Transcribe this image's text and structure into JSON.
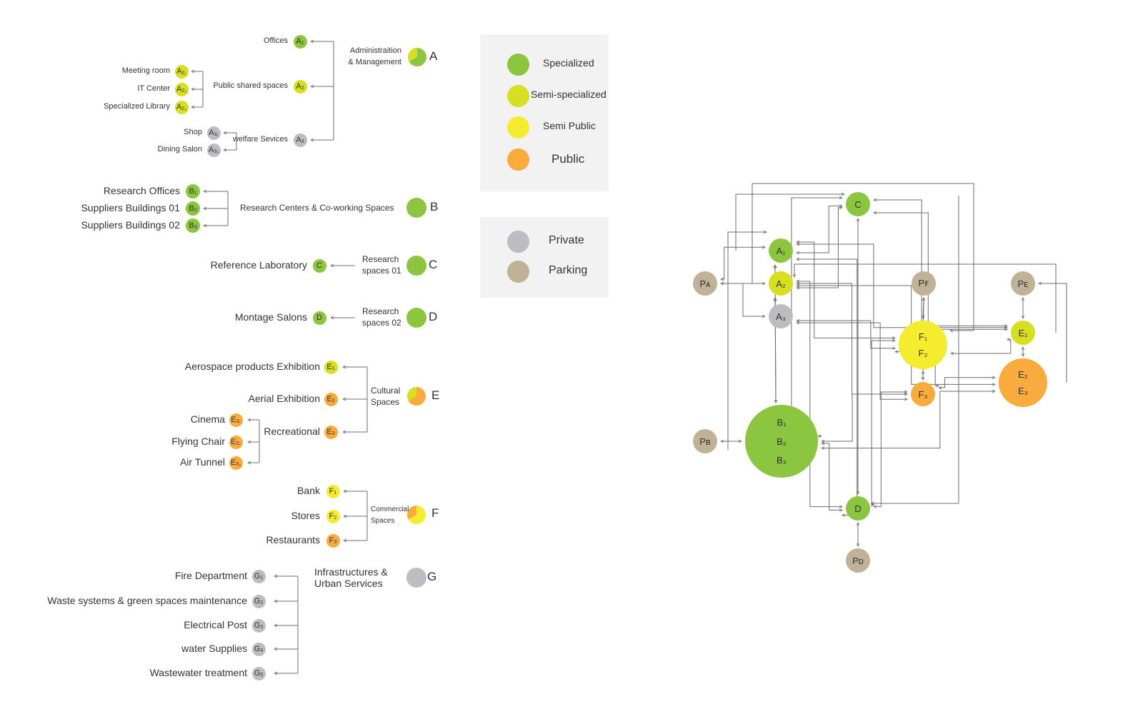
{
  "colors": {
    "specialized": "#8cc53f",
    "semi_specialized": "#d6df22",
    "semi_public": "#f4ec2f",
    "public": "#f9ab3e",
    "private": "#bcbcc2",
    "parking": "#bfb297",
    "line": "#6d6d6d",
    "legend_bg": "#f2f2f2"
  },
  "legend": {
    "group1": [
      {
        "label": "Specialized",
        "color_key": "specialized"
      },
      {
        "label": "Semi-specialized",
        "color_key": "semi_specialized"
      },
      {
        "label": "Semi Public",
        "color_key": "semi_public"
      },
      {
        "label": "Public",
        "color_key": "public"
      }
    ],
    "group2": [
      {
        "label": "Private",
        "color_key": "private"
      },
      {
        "label": "Parking",
        "color_key": "parking"
      }
    ]
  },
  "hierarchy": {
    "A": {
      "letter": "A",
      "title_lines": [
        "Administraition",
        "& Management"
      ],
      "children": [
        {
          "code": "A",
          "sub": "1",
          "label": "Offices"
        },
        {
          "code": "A",
          "sub": "2",
          "label": "Public shared spaces",
          "children": [
            {
              "code": "A",
              "sub": "2₁",
              "label": "Meeting room"
            },
            {
              "code": "A",
              "sub": "2₂",
              "label": "IT Center"
            },
            {
              "code": "A",
              "sub": "2₃",
              "label": "Specialized Library"
            }
          ]
        },
        {
          "code": "A",
          "sub": "3",
          "label": "welfare Sevices",
          "children": [
            {
              "code": "A",
              "sub": "3₁",
              "label": "Shop"
            },
            {
              "code": "A",
              "sub": "3₂",
              "label": "Dining Salon"
            }
          ]
        }
      ]
    },
    "B": {
      "letter": "B",
      "title": "Research Centers & Co-working Spaces",
      "children": [
        {
          "code": "B",
          "sub": "1",
          "label": "Research Offices"
        },
        {
          "code": "B",
          "sub": "2",
          "label": "Suppliers Buildings 01"
        },
        {
          "code": "B",
          "sub": "3",
          "label": "Suppliers Buildings 02"
        }
      ]
    },
    "C": {
      "letter": "C",
      "title_lines": [
        "Research",
        "spaces 01"
      ],
      "child": {
        "code": "C",
        "label": "Reference Laboratory"
      }
    },
    "D": {
      "letter": "D",
      "title_lines": [
        "Research",
        "spaces 02"
      ],
      "child": {
        "code": "D",
        "label": "Montage Salons"
      }
    },
    "E": {
      "letter": "E",
      "title_lines": [
        "Cultural",
        "Spaces"
      ],
      "children": [
        {
          "code": "E",
          "sub": "1",
          "label": "Aerospace products Exhibition"
        },
        {
          "code": "E",
          "sub": "2",
          "label": "Aerial Exhibition"
        },
        {
          "code": "E",
          "sub": "3",
          "label": "Recreational",
          "children": [
            {
              "code": "E",
              "sub": "3₁",
              "label": "Cinema"
            },
            {
              "code": "E",
              "sub": "3₂",
              "label": "Flying Chair"
            },
            {
              "code": "E",
              "sub": "3₃",
              "label": "Air Tunnel"
            }
          ]
        }
      ]
    },
    "F": {
      "letter": "F",
      "title_lines": [
        "Commercial",
        "Spaces"
      ],
      "children": [
        {
          "code": "F",
          "sub": "1",
          "label": "Bank"
        },
        {
          "code": "F",
          "sub": "2",
          "label": "Stores"
        },
        {
          "code": "F",
          "sub": "3",
          "label": "Restaurants"
        }
      ]
    },
    "G": {
      "letter": "G",
      "title_lines": [
        "Infrastructures &",
        "Urban Services"
      ],
      "children": [
        {
          "code": "G",
          "sub": "1",
          "label": "Fire Department"
        },
        {
          "code": "G",
          "sub": "2",
          "label": "Waste systems & green spaces maintenance"
        },
        {
          "code": "G",
          "sub": "3",
          "label": "Electrical Post"
        },
        {
          "code": "G",
          "sub": "4",
          "label": "water Supplies"
        },
        {
          "code": "G",
          "sub": "5",
          "label": "Wastewater treatment"
        }
      ]
    }
  },
  "network": {
    "nodes": [
      {
        "id": "C",
        "labels": [
          "C"
        ],
        "color_key": "specialized"
      },
      {
        "id": "A1",
        "labels": [
          "A₁"
        ],
        "color_key": "specialized"
      },
      {
        "id": "A2",
        "labels": [
          "A₂"
        ],
        "color_key": "semi_specialized"
      },
      {
        "id": "A3",
        "labels": [
          "A₃"
        ],
        "color_key": "private"
      },
      {
        "id": "PA",
        "labels": [
          "Pᴀ"
        ],
        "color_key": "parking"
      },
      {
        "id": "PF",
        "labels": [
          "Pꜰ"
        ],
        "color_key": "parking"
      },
      {
        "id": "PE",
        "labels": [
          "Pᴇ"
        ],
        "color_key": "parking"
      },
      {
        "id": "F12",
        "labels": [
          "F₁",
          "F₂"
        ],
        "color_key": "semi_public"
      },
      {
        "id": "E1",
        "labels": [
          "E₁"
        ],
        "color_key": "semi_specialized"
      },
      {
        "id": "E23",
        "labels": [
          "E₂",
          "E₃"
        ],
        "color_key": "public"
      },
      {
        "id": "F3",
        "labels": [
          "F₃"
        ],
        "color_key": "public"
      },
      {
        "id": "B",
        "labels": [
          "B₁",
          "B₂",
          "B₃"
        ],
        "color_key": "specialized"
      },
      {
        "id": "PB",
        "labels": [
          "Pʙ"
        ],
        "color_key": "parking"
      },
      {
        "id": "D",
        "labels": [
          "D"
        ],
        "color_key": "specialized"
      },
      {
        "id": "PD",
        "labels": [
          "Pᴅ"
        ],
        "color_key": "parking"
      }
    ],
    "edges": [
      [
        "A1",
        "A2"
      ],
      [
        "A2",
        "A3"
      ],
      [
        "PA",
        "A1"
      ],
      [
        "PA",
        "A2"
      ],
      [
        "PA",
        "A3"
      ],
      [
        "A1",
        "C"
      ],
      [
        "A2",
        "C"
      ],
      [
        "A1",
        "B"
      ],
      [
        "A1",
        "D"
      ],
      [
        "A1",
        "F12"
      ],
      [
        "A1",
        "E1"
      ],
      [
        "A2",
        "B"
      ],
      [
        "A2",
        "D"
      ],
      [
        "A2",
        "F3"
      ],
      [
        "A2",
        "E23"
      ],
      [
        "A3",
        "F12"
      ],
      [
        "A3",
        "F3"
      ],
      [
        "C",
        "F12"
      ],
      [
        "C",
        "D"
      ],
      [
        "C",
        "B"
      ],
      [
        "C",
        "E1"
      ],
      [
        "PF",
        "F12"
      ],
      [
        "PF",
        "F3"
      ],
      [
        "PE",
        "E1"
      ],
      [
        "E1",
        "E23"
      ],
      [
        "F12",
        "F3"
      ],
      [
        "F12",
        "E1"
      ],
      [
        "F3",
        "E1"
      ],
      [
        "F3",
        "E23"
      ],
      [
        "F12",
        "D"
      ],
      [
        "F3",
        "D"
      ],
      [
        "B",
        "F3"
      ],
      [
        "B",
        "D"
      ],
      [
        "PB",
        "B"
      ],
      [
        "D",
        "PD"
      ],
      [
        "E23",
        "B"
      ]
    ]
  }
}
